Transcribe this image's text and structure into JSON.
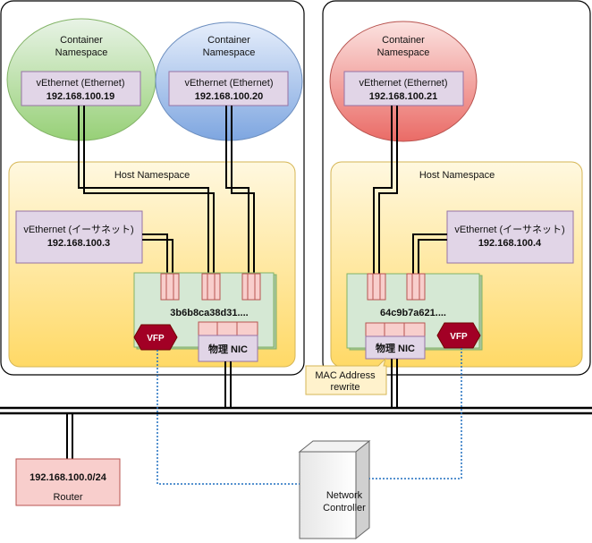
{
  "hosts": [
    {
      "containers": [
        {
          "title_line1": "Container",
          "title_line2": "Namespace",
          "adapter": "vEthernet (Ethernet)",
          "ip": "192.168.100.19",
          "color": "#d5e8d4",
          "stroke": "#82b366"
        },
        {
          "title_line1": "Container",
          "title_line2": "Namespace",
          "adapter": "vEthernet (Ethernet)",
          "ip": "192.168.100.20",
          "color": "#dae8fc",
          "stroke": "#6c8ebf"
        }
      ],
      "host_namespace": "Host Namespace",
      "host_vnic": {
        "adapter": "vEthernet (イーサネット)",
        "ip": "192.168.100.3"
      },
      "vswitch": "3b6b8ca38d31....",
      "vfp": "VFP",
      "nic": "物理 NIC"
    },
    {
      "containers": [
        {
          "title_line1": "Container",
          "title_line2": "Namespace",
          "adapter": "vEthernet (Ethernet)",
          "ip": "192.168.100.21",
          "color": "#f8cecc",
          "stroke": "#b85450"
        }
      ],
      "host_namespace": "Host Namespace",
      "host_vnic": {
        "adapter": "vEthernet (イーサネット)",
        "ip": "192.168.100.4"
      },
      "vswitch": "64c9b7a621....",
      "vfp": "VFP",
      "nic": "物理 NIC"
    }
  ],
  "callout": {
    "line1": "MAC Address",
    "line2": "rewrite"
  },
  "router": {
    "subnet": "192.168.100.0/24",
    "label": "Router"
  },
  "controller": {
    "line1": "Network",
    "line2": "Controller"
  },
  "colors": {
    "host_bg": "#fff2cc",
    "host_stroke": "#d6b656",
    "vnic_bg": "#e1d5e7",
    "vnic_stroke": "#9673a6",
    "vswitch_bg": "#d5e8d4",
    "vswitch_stroke": "#82b366",
    "port_bg": "#f8cecc",
    "port_stroke": "#b85450",
    "vfp_bg": "#a20025",
    "router_bg": "#f8cecc",
    "router_stroke": "#b85450",
    "link": "#1f6fbf"
  }
}
